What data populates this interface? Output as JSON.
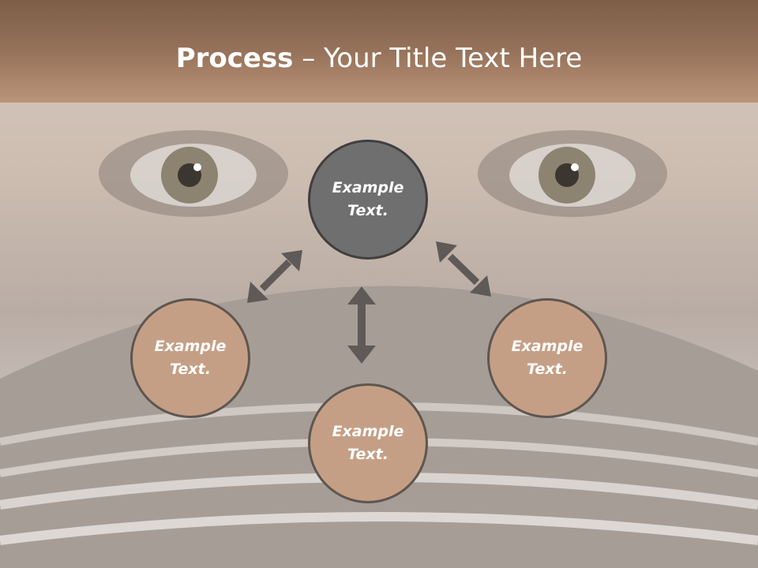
{
  "slide": {
    "title_bold": "Process",
    "title_rest": " – Your Title Text Here"
  },
  "nodes": {
    "top": {
      "text": "Example\nText."
    },
    "left": {
      "text": "Example\nText."
    },
    "right": {
      "text": "Example\nText."
    },
    "bottom": {
      "text": "Example\nText."
    }
  },
  "colors": {
    "header": "#96725a",
    "node_primary": "#6f6f6f",
    "node_secondary": "#c59f85",
    "arrow": "#5f5a57"
  }
}
